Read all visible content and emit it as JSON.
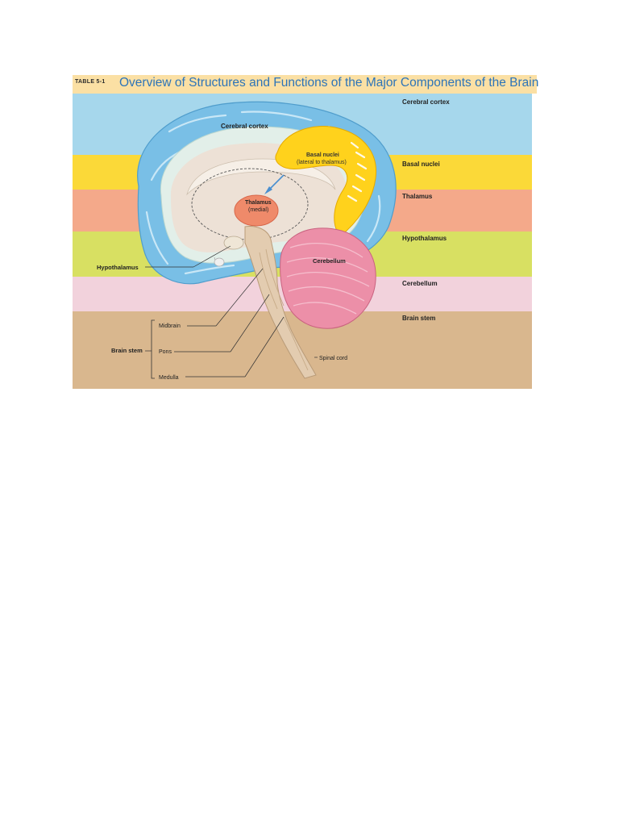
{
  "table": {
    "tag": "TABLE 5-1",
    "title": "Overview of Structures and Functions of the Major Components of the Brain"
  },
  "bands": [
    {
      "label": "Cerebral cortex",
      "color": "#a6d7ec"
    },
    {
      "label": "Basal nuclei",
      "color": "#fbd938"
    },
    {
      "label": "Thalamus",
      "color": "#f4a98a"
    },
    {
      "label": "Hypothalamus",
      "color": "#d8e062"
    },
    {
      "label": "Cerebellum",
      "color": "#f2d2dc"
    },
    {
      "label": "Brain stem",
      "color": "#d9b78e"
    }
  ],
  "diagram_labels": {
    "cerebral_cortex": "Cerebral cortex",
    "basal_nuclei": "Basal nuclei",
    "basal_nuclei_note": "(lateral to thalamus)",
    "thalamus": "Thalamus",
    "thalamus_note": "(medial)",
    "hypothalamus": "Hypothalamus",
    "cerebellum": "Cerebellum",
    "brain_stem": "Brain stem",
    "midbrain": "Midbrain",
    "pons": "Pons",
    "medulla": "Medulla",
    "spinal_cord": "Spinal cord"
  },
  "colors": {
    "cortex_outer": "#79bfe6",
    "cortex_inner": "#e2efe9",
    "white_matter": "#ede1d6",
    "basal_nuclei": "#ffd21c",
    "thalamus": "#ef8a6a",
    "cerebellum": "#ec8fa8",
    "brain_stem": "#e3ccb0"
  }
}
